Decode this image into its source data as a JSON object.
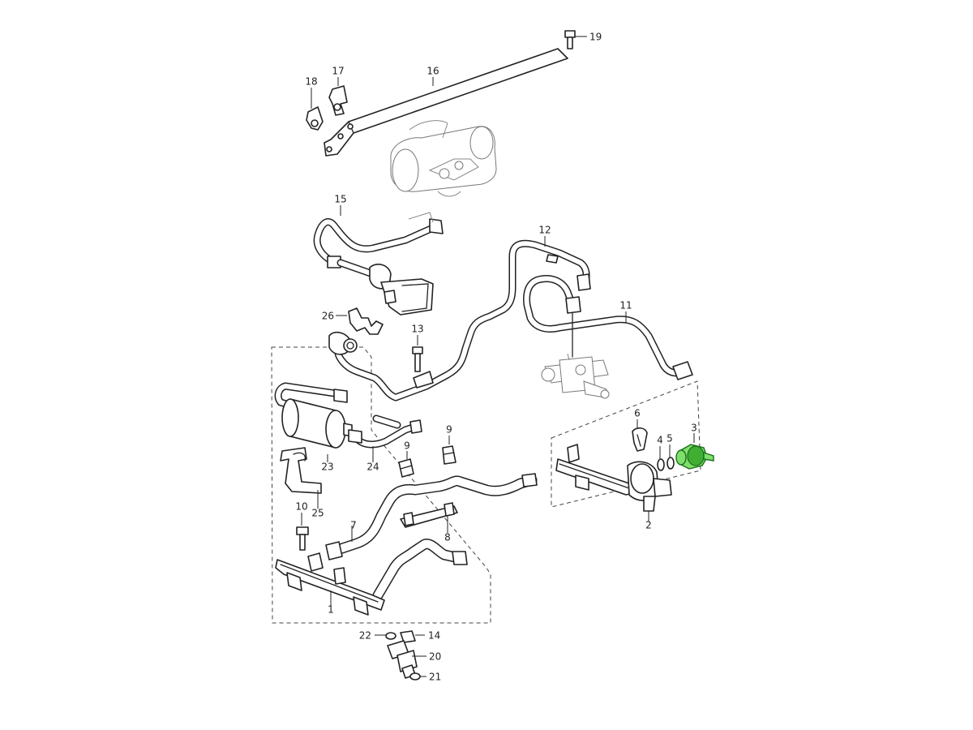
{
  "diagram": {
    "highlight_color": "#7ee06a",
    "highlighted_part": "3",
    "callouts": {
      "p1": "1",
      "p2": "2",
      "p3": "3",
      "p4": "4",
      "p5": "5",
      "p6": "6",
      "p7": "7",
      "p8": "8",
      "p9a": "9",
      "p9b": "9",
      "p10": "10",
      "p11": "11",
      "p12": "12",
      "p13": "13",
      "p14": "14",
      "p15": "15",
      "p16": "16",
      "p17": "17",
      "p18": "18",
      "p19": "19",
      "p20": "20",
      "p21": "21",
      "p22": "22",
      "p23": "23",
      "p24": "24",
      "p25": "25",
      "p26": "26"
    }
  }
}
